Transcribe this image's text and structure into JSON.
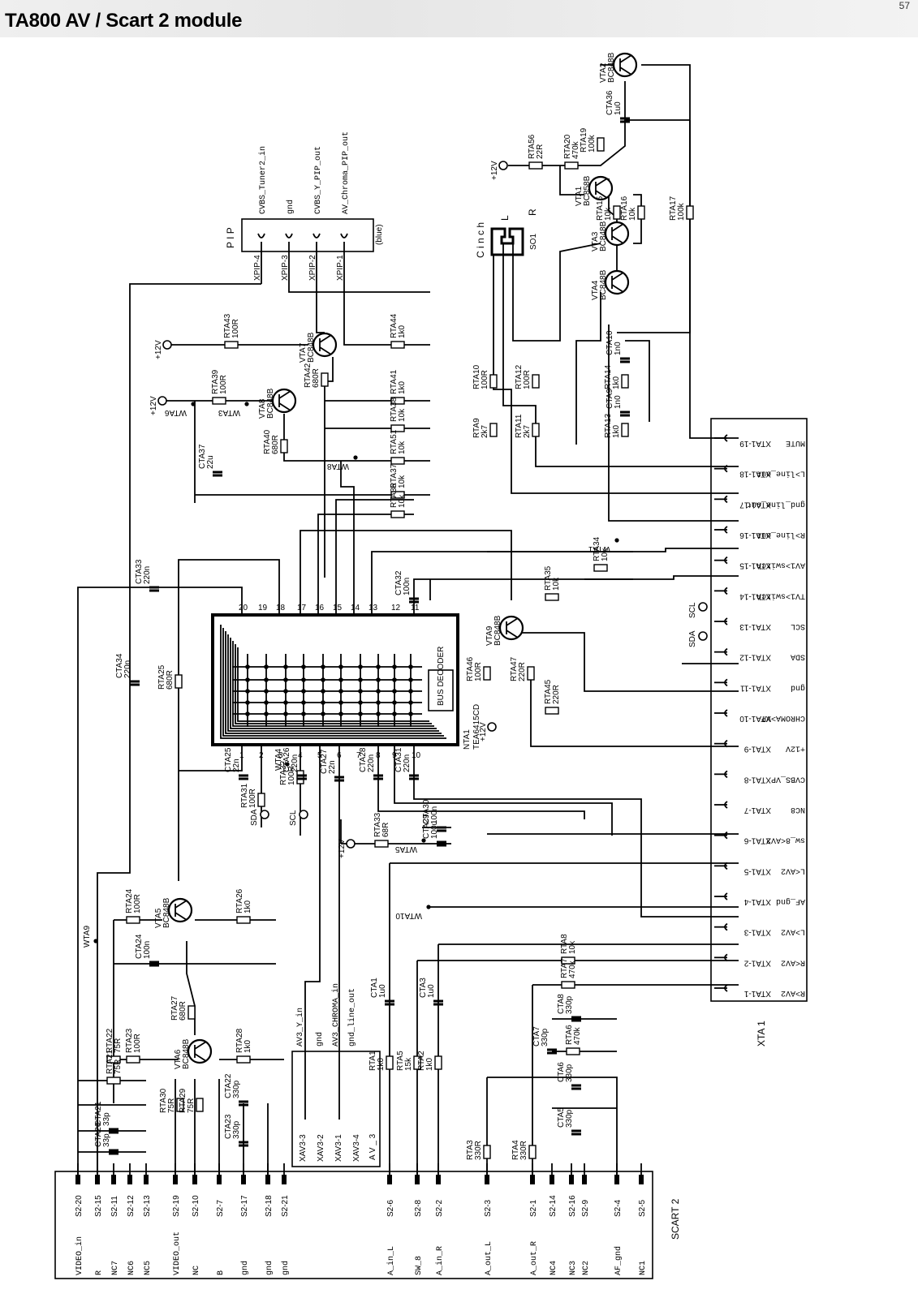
{
  "header": {
    "title": "TA800    AV / Scart 2 module",
    "page_number": "57"
  },
  "boxes": {
    "pip": {
      "title": "P I P",
      "color_note": "(blue)",
      "lines": [
        "CVBS_Tuner2_in",
        "gnd",
        "CVBS_Y_PIP_out",
        "AV_Chroma_PIP_out"
      ],
      "pins": [
        "XPIP-4",
        "XPIP-3",
        "XPIP-2",
        "XPIP-1"
      ]
    },
    "cinch": {
      "title": "C i n c h",
      "ref": "SO1",
      "left": "L",
      "right": "R"
    },
    "xta1": {
      "ref": "XTA 1",
      "pins": [
        {
          "pin": "XTA1-19",
          "name": "MUTE"
        },
        {
          "pin": "XTA1-18",
          "name": "L>line_out"
        },
        {
          "pin": "XTA1-17",
          "name": "gnd_line_out"
        },
        {
          "pin": "XTA1-16",
          "name": "R>line_out"
        },
        {
          "pin": "XTA1-15",
          "name": "AV1>switch"
        },
        {
          "pin": "XTA1-14",
          "name": "TV1>switch"
        },
        {
          "pin": "XTA1-13",
          "name": "SCL"
        },
        {
          "pin": "XTA1-12",
          "name": "SDA"
        },
        {
          "pin": "XTA1-11",
          "name": "gnd"
        },
        {
          "pin": "XTA1-10",
          "name": "CHROMA>VP"
        },
        {
          "pin": "XTA1-9",
          "name": "+12V"
        },
        {
          "pin": "XTA1-8",
          "name": "CVBS_VP"
        },
        {
          "pin": "XTA1-7",
          "name": "NC8"
        },
        {
          "pin": "XTA1-6",
          "name": "sw_8<AV2"
        },
        {
          "pin": "XTA1-5",
          "name": "L<AV2"
        },
        {
          "pin": "XTA1-4",
          "name": "AF_gnd"
        },
        {
          "pin": "XTA1-3",
          "name": "L>AV2"
        },
        {
          "pin": "XTA1-2",
          "name": "R<AV2"
        },
        {
          "pin": "XTA1-1",
          "name": "R>AV2"
        }
      ]
    },
    "scart2": {
      "ref": "SCART 2",
      "pins": [
        {
          "pin": "S2-20",
          "name": "VIDEO_in"
        },
        {
          "pin": "S2-15",
          "name": "R"
        },
        {
          "pin": "S2-11",
          "name": "NC7"
        },
        {
          "pin": "S2-12",
          "name": "NC6"
        },
        {
          "pin": "S2-13",
          "name": "NC5"
        },
        {
          "pin": "S2-19",
          "name": "VIDEO_out"
        },
        {
          "pin": "S2-10",
          "name": "NC"
        },
        {
          "pin": "S2-7",
          "name": "B"
        },
        {
          "pin": "S2-17",
          "name": "gnd"
        },
        {
          "pin": "S2-18",
          "name": "gnd"
        },
        {
          "pin": "S2-21",
          "name": "gnd"
        },
        {
          "pin": "S2-6",
          "name": "A_in_L"
        },
        {
          "pin": "S2-8",
          "name": "SW_8"
        },
        {
          "pin": "S2-2",
          "name": "A_in_R"
        },
        {
          "pin": "S2-3",
          "name": "A_out_L"
        },
        {
          "pin": "S2-1",
          "name": "A_out_R"
        },
        {
          "pin": "S2-14",
          "name": "NC4"
        },
        {
          "pin": "S2-16",
          "name": "NC3"
        },
        {
          "pin": "S2-9",
          "name": "NC2"
        },
        {
          "pin": "S2-4",
          "name": "AF_gnd"
        },
        {
          "pin": "S2-5",
          "name": "NC1"
        }
      ]
    },
    "av3": {
      "ref": "A V _ 3",
      "lines": [
        "AV3_Y_in",
        "gnd",
        "AV3_CHROMA_in",
        "gnd_line_out"
      ],
      "pins": [
        "XAV3-3",
        "XAV3-2",
        "XAV3-1",
        "XAV3-4"
      ]
    }
  },
  "ic": {
    "ref": "NTA1",
    "part": "TEA6415CD",
    "bus_decoder": "BUS DECODER",
    "pins_top": [
      "20",
      "19",
      "18",
      "17",
      "16",
      "15",
      "14",
      "13",
      "12",
      "11"
    ],
    "pins_bottom": [
      "1",
      "2",
      "3",
      "4",
      "5",
      "6",
      "7",
      "8",
      "9",
      "10"
    ]
  },
  "transistors": [
    {
      "ref": "VTA2",
      "part": "BC848B"
    },
    {
      "ref": "VTA1",
      "part": "BC858B"
    },
    {
      "ref": "VTA3",
      "part": "BC848B"
    },
    {
      "ref": "VTA4",
      "part": "BC848B"
    },
    {
      "ref": "VTA7",
      "part": "BC848B"
    },
    {
      "ref": "VTA8",
      "part": "BC848B"
    },
    {
      "ref": "VTA9",
      "part": "BC848B"
    },
    {
      "ref": "VTA5",
      "part": "BC848B"
    },
    {
      "ref": "VTA6",
      "part": "BC848B"
    }
  ],
  "resistors": [
    {
      "ref": "RTA56",
      "value": "22R"
    },
    {
      "ref": "RTA20",
      "value": "470k"
    },
    {
      "ref": "RTA19",
      "value": "100k"
    },
    {
      "ref": "RTA15",
      "value": "10k"
    },
    {
      "ref": "RTA16",
      "value": "10k"
    },
    {
      "ref": "RTA17",
      "value": "100k"
    },
    {
      "ref": "RTA43",
      "value": "100R"
    },
    {
      "ref": "RTA44",
      "value": "1k0"
    },
    {
      "ref": "RTA42",
      "value": "680R"
    },
    {
      "ref": "RTA39",
      "value": "100R"
    },
    {
      "ref": "RTA41",
      "value": "1k0"
    },
    {
      "ref": "RTA38",
      "value": "10k"
    },
    {
      "ref": "RTA40",
      "value": "680R"
    },
    {
      "ref": "RTA51",
      "value": "10k"
    },
    {
      "ref": "RTA37",
      "value": "10k"
    },
    {
      "ref": "RTA36",
      "value": "10k"
    },
    {
      "ref": "RTA10",
      "value": "100R"
    },
    {
      "ref": "RTA12",
      "value": "100R"
    },
    {
      "ref": "RTA9",
      "value": "2k7"
    },
    {
      "ref": "RTA11",
      "value": "2k7"
    },
    {
      "ref": "RTA14",
      "value": "1k0"
    },
    {
      "ref": "RTA13",
      "value": "1k0"
    },
    {
      "ref": "RTA35",
      "value": "10k"
    },
    {
      "ref": "RTA34",
      "value": "10k"
    },
    {
      "ref": "RTA25",
      "value": "680R"
    },
    {
      "ref": "RTA46",
      "value": "100R"
    },
    {
      "ref": "RTA47",
      "value": "220R"
    },
    {
      "ref": "RTA45",
      "value": "220R"
    },
    {
      "ref": "RTA31",
      "value": "100R"
    },
    {
      "ref": "RTA32",
      "value": "100R"
    },
    {
      "ref": "RTA33",
      "value": "68R"
    },
    {
      "ref": "RTA24",
      "value": "100R"
    },
    {
      "ref": "RTA26",
      "value": "1k0"
    },
    {
      "ref": "RTA8",
      "value": "10k"
    },
    {
      "ref": "RTA7",
      "value": "470k"
    },
    {
      "ref": "RTA27",
      "value": "680R"
    },
    {
      "ref": "RTA28",
      "value": "1k0"
    },
    {
      "ref": "RTA22",
      "value": "75R"
    },
    {
      "ref": "RTA23",
      "value": "100R"
    },
    {
      "ref": "RTA21",
      "value": "75R"
    },
    {
      "ref": "RTA30",
      "value": "75R"
    },
    {
      "ref": "RTA29",
      "value": "75R"
    },
    {
      "ref": "RTA1",
      "value": "1k0"
    },
    {
      "ref": "RTA5",
      "value": "15k"
    },
    {
      "ref": "RTA2",
      "value": "1k0"
    },
    {
      "ref": "RTA3",
      "value": "330R"
    },
    {
      "ref": "RTA4",
      "value": "330R"
    },
    {
      "ref": "RTA6",
      "value": "470k"
    }
  ],
  "capacitors": [
    {
      "ref": "CTA36",
      "value": "1u0"
    },
    {
      "ref": "CTA10",
      "value": "1n0"
    },
    {
      "ref": "CTA9",
      "value": "1n0"
    },
    {
      "ref": "CTA37",
      "value": "22u"
    },
    {
      "ref": "CTA33",
      "value": "220n"
    },
    {
      "ref": "CTA32",
      "value": "100n"
    },
    {
      "ref": "CTA34",
      "value": "220n"
    },
    {
      "ref": "CTA25",
      "value": "22n"
    },
    {
      "ref": "CTA26",
      "value": "220n"
    },
    {
      "ref": "CTA27",
      "value": "22n"
    },
    {
      "ref": "CTA28",
      "value": "220n"
    },
    {
      "ref": "CTA31",
      "value": "220n"
    },
    {
      "ref": "CTA30",
      "value": "100n"
    },
    {
      "ref": "CTA29",
      "value": "100u"
    },
    {
      "ref": "CTA24",
      "value": "100n"
    },
    {
      "ref": "CTA1",
      "value": "1u0"
    },
    {
      "ref": "CTA3",
      "value": "1u0"
    },
    {
      "ref": "CTA8",
      "value": "330p"
    },
    {
      "ref": "CTA7",
      "value": "330p"
    },
    {
      "ref": "CTA6",
      "value": "330p"
    },
    {
      "ref": "CTA5",
      "value": "330p"
    },
    {
      "ref": "CTA22",
      "value": "330p"
    },
    {
      "ref": "CTA23",
      "value": "330p"
    },
    {
      "ref": "CTA21",
      "value": "33p"
    },
    {
      "ref": "CTA20",
      "value": "33p"
    }
  ],
  "wire_links": [
    "WTA6",
    "WTA3",
    "WTA8",
    "WTA1",
    "WTA4",
    "WTA5",
    "WTA10",
    "WTA9"
  ],
  "supply_labels": [
    "+12V",
    "+12V",
    "+12V",
    "+12V",
    "+12V"
  ],
  "bus_labels": [
    "SCL",
    "SDA",
    "SDA",
    "SCL"
  ]
}
